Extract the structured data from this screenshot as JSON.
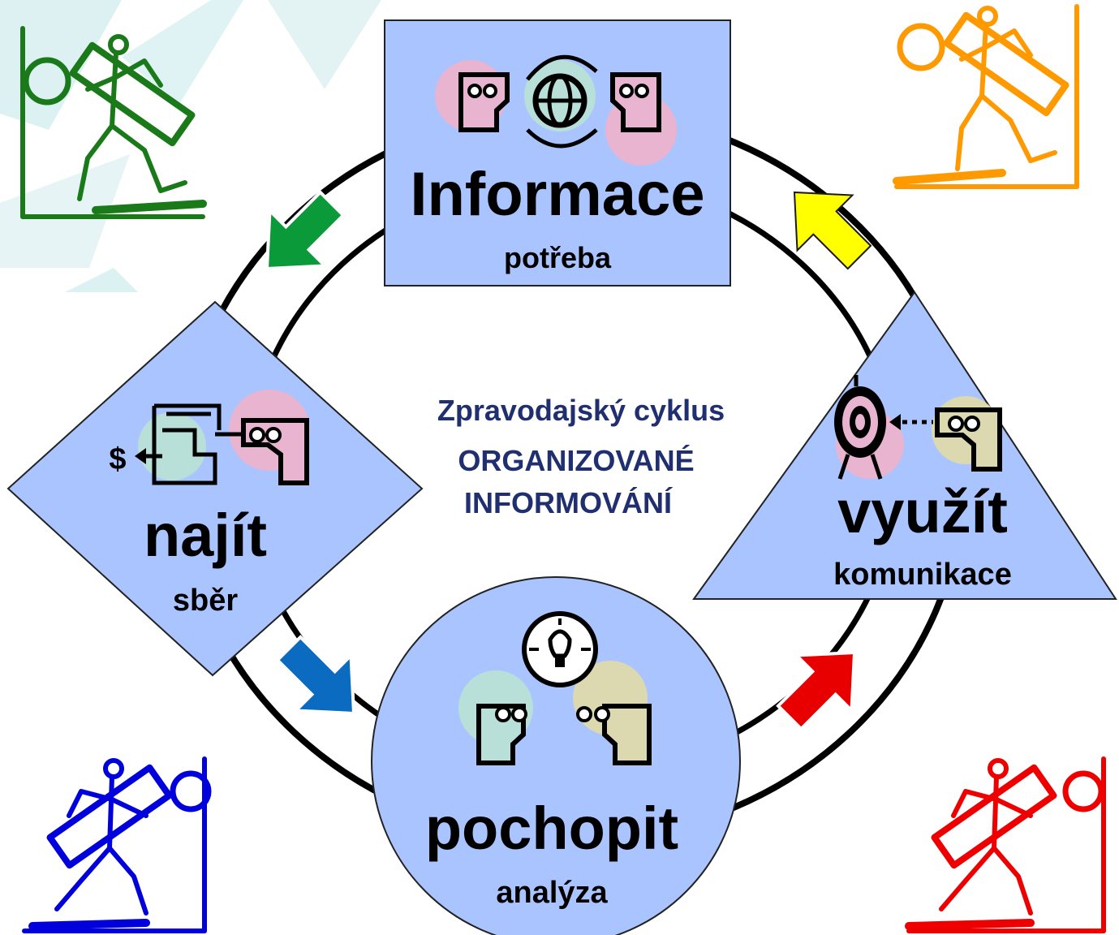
{
  "center": {
    "line1": "Zpravodajský cyklus",
    "line2": "ORGANIZOVANÉ",
    "line3": "INFORMOVÁNÍ"
  },
  "nodes": {
    "top": {
      "title": "Informace",
      "subtitle": "potřeba"
    },
    "left": {
      "title": "najít",
      "subtitle": "sběr",
      "icon_symbol": "$"
    },
    "bottom": {
      "title": "pochopit",
      "subtitle": "analýza"
    },
    "right": {
      "title": "využít",
      "subtitle": "komunikace"
    }
  },
  "arrows": [
    {
      "id": "top-to-left",
      "color": "#0a9a3a"
    },
    {
      "id": "left-to-bottom",
      "color": "#0a6bc0"
    },
    {
      "id": "bottom-to-right",
      "color": "#e80000"
    },
    {
      "id": "right-to-top",
      "color": "#ffff00"
    }
  ],
  "figures": [
    {
      "id": "top-left",
      "color": "#1a7a1a"
    },
    {
      "id": "top-right",
      "color": "#ff9900"
    },
    {
      "id": "bottom-left",
      "color": "#0000dd"
    },
    {
      "id": "bottom-right",
      "color": "#ee0000"
    }
  ],
  "colors": {
    "node_fill": "#aac4ff",
    "center_text": "#1f2f70",
    "ring": "#000000",
    "bubble_pink": "#e8b4d0",
    "bubble_teal": "#b8e0d8",
    "bubble_khaki": "#dcd8b0"
  }
}
